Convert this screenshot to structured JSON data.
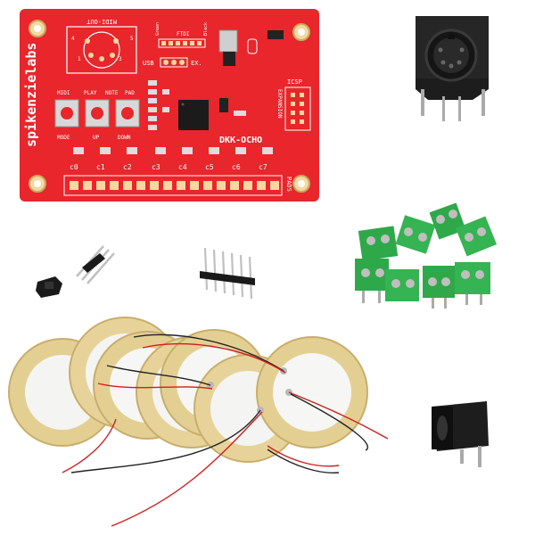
{
  "pcb": {
    "brand": "spikenzielabs",
    "model": "DKK-OCHO",
    "midi_out": "MIDI-OUT",
    "ftdi": "FTDI",
    "green": "Green",
    "black": "Black",
    "usb": "USB",
    "ext": "EX.",
    "icsp": "ICSP",
    "expansion": "EXPANSION",
    "pads": "PADS",
    "btn_top": [
      "MIDI",
      "PLAY",
      "NOTE",
      "PAD"
    ],
    "btn_bottom": [
      "MODE",
      "UP",
      "DOWN"
    ],
    "channels": [
      "c0",
      "c1",
      "c2",
      "c3",
      "c4",
      "c5",
      "c6",
      "c7"
    ],
    "pin_4": "4",
    "pin_5": "5",
    "pin_3": "3",
    "pin_1": "1"
  },
  "colors": {
    "pcb_red": "#e8262b",
    "terminal_green": "#2fa84a",
    "piezo_brass": "#e4cf93",
    "piezo_ceramic": "#f4f4f2",
    "connector_black": "#1d1d1d"
  }
}
